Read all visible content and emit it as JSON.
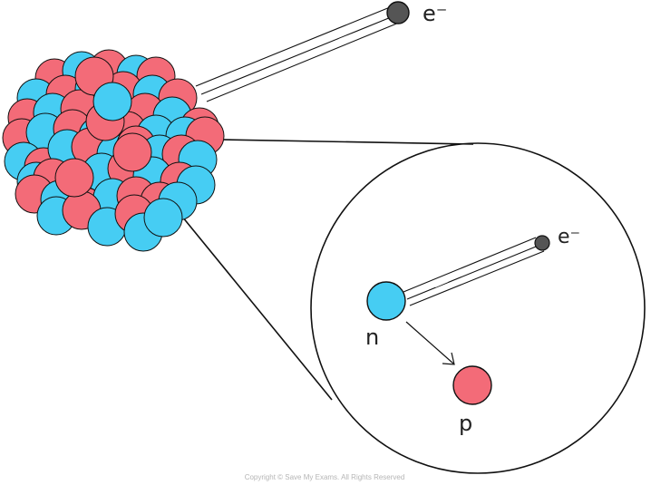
{
  "labels": {
    "electron_outer": "e⁻",
    "electron_inner": "e⁻",
    "neutron": "n",
    "proton": "p"
  },
  "footer": {
    "copyright": "Copyright © Save My Exams. All Rights Reserved"
  },
  "colors": {
    "proton": "#f36b78",
    "neutron": "#46cdf3",
    "electron": "#555555",
    "outline": "#111111"
  }
}
